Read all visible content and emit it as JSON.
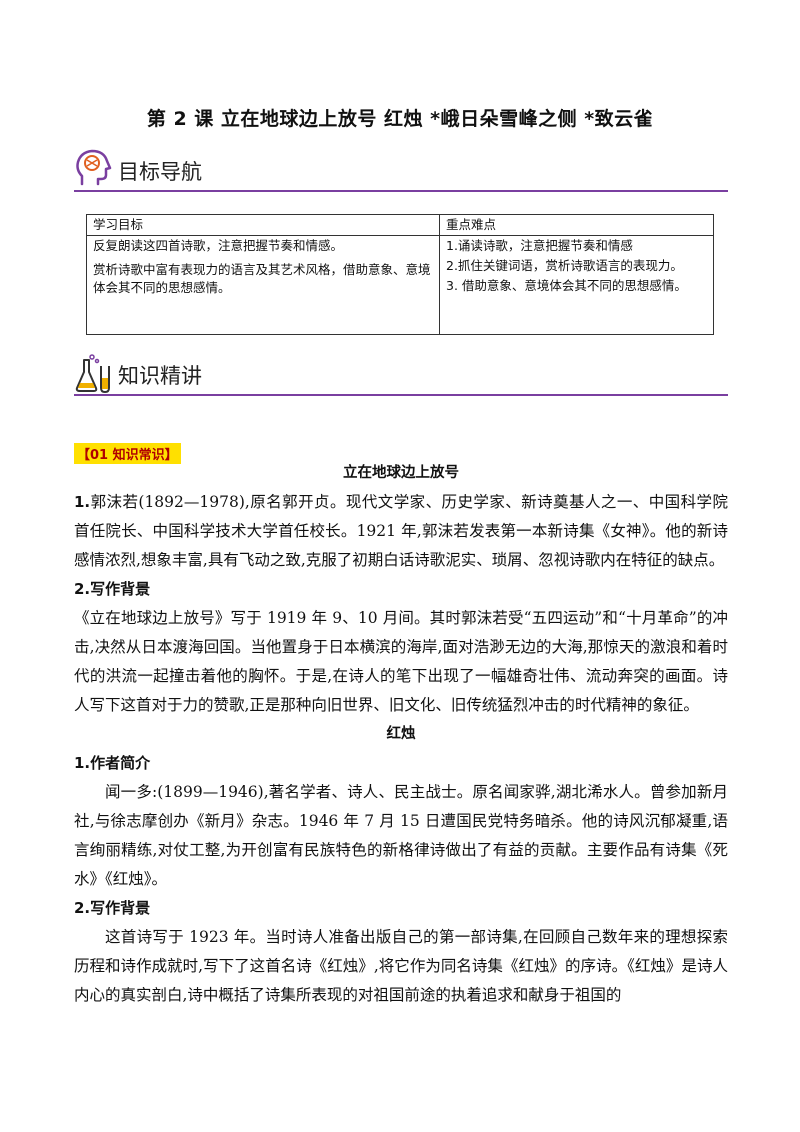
{
  "title": "第 2 课  立在地球边上放号    红烛    *峨日朵雪峰之侧    *致云雀",
  "sections": {
    "goals_nav": {
      "label": "目标导航",
      "icon": "brain-head-icon"
    },
    "knowledge": {
      "label": "知识精讲",
      "icon": "lab-flask-icon"
    }
  },
  "goals_table": {
    "headers": [
      "学习目标",
      "重点难点"
    ],
    "learning_goals": [
      "反复朗读这四首诗歌，注意把握节奏和情感。",
      "赏析诗歌中富有表现力的语言及其艺术风格，借助意象、意境体会其不同的思想感情。"
    ],
    "key_points": [
      "1.诵读诗歌，注意把握节奏和情感",
      "2.抓住关键词语，赏析诗歌语言的表现力。",
      "3. 借助意象、意境体会其不同的思想感情。"
    ]
  },
  "tag": "【01 知识常识】",
  "poem1": {
    "title": "立在地球边上放号",
    "p1_num": "1.",
    "p1": "郭沫若(1892—1978),原名郭开贞。现代文学家、历史学家、新诗奠基人之一、中国科学院首任院长、中国科学技术大学首任校长。1921 年,郭沫若发表第一本新诗集《女神》。他的新诗感情浓烈,想象丰富,具有飞动之致,克服了初期白话诗歌泥实、琐屑、忽视诗歌内在特征的缺点。",
    "h2": "2.写作背景",
    "p2": "《立在地球边上放号》写于 1919 年 9、10 月间。其时郭沫若受“五四运动”和“十月革命”的冲击,决然从日本渡海回国。当他置身于日本横滨的海岸,面对浩渺无边的大海,那惊天的激浪和着时代的洪流一起撞击着他的胸怀。于是,在诗人的笔下出现了一幅雄奇壮伟、流动奔突的画面。诗人写下这首对于力的赞歌,正是那种向旧世界、旧文化、旧传统猛烈冲击的时代精神的象征。"
  },
  "poem2": {
    "title": "红烛",
    "h1": "1.作者简介",
    "p1": "闻一多:(1899—1946),著名学者、诗人、民主战士。原名闻家骅,湖北浠水人。曾参加新月社,与徐志摩创办《新月》杂志。1946 年 7 月 15 日遭国民党特务暗杀。他的诗风沉郁凝重,语言绚丽精练,对仗工整,为开创富有民族特色的新格律诗做出了有益的贡献。主要作品有诗集《死水》《红烛》。",
    "h2": "2.写作背景",
    "p2": "这首诗写于 1923 年。当时诗人准备出版自己的第一部诗集,在回顾自己数年来的理想探索历程和诗作成就时,写下了这首名诗《红烛》,将它作为同名诗集《红烛》的序诗。《红烛》是诗人内心的真实剖白,诗中概括了诗集所表现的对祖国前途的执着追求和献身于祖国的"
  }
}
